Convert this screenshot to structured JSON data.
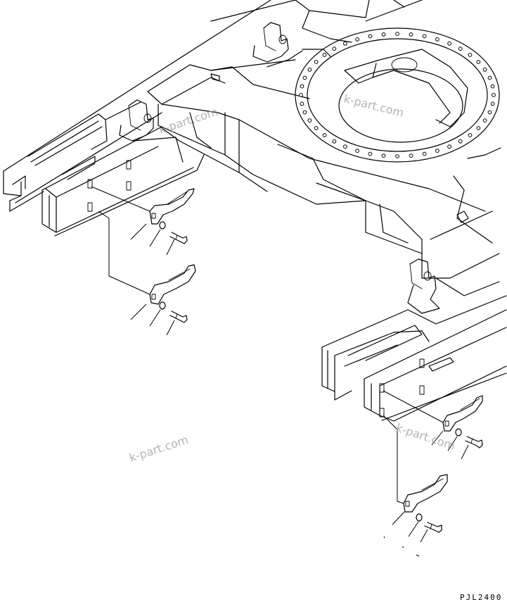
{
  "drawing_code": "PJL2400",
  "watermarks": [
    {
      "text": "k-part.com"
    },
    {
      "text": "k-part.com"
    },
    {
      "text": "k-part.com"
    },
    {
      "text": "k-part.com"
    }
  ]
}
